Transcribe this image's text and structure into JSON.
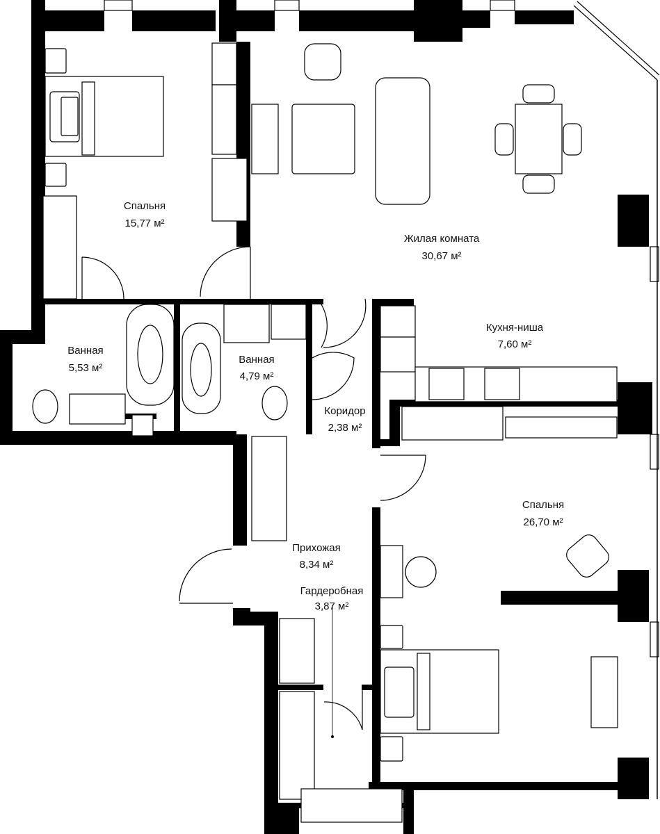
{
  "rooms": [
    {
      "id": "bedroom-1",
      "name": "Спальня",
      "area": "15,77 м²"
    },
    {
      "id": "living-room",
      "name": "Жилая комната",
      "area": "30,67 м²"
    },
    {
      "id": "kitchen-niche",
      "name": "Кухня-ниша",
      "area": "7,60 м²"
    },
    {
      "id": "bathroom-1",
      "name": "Ванная",
      "area": "5,53 м²"
    },
    {
      "id": "bathroom-2",
      "name": "Ванная",
      "area": "4,79 м²"
    },
    {
      "id": "corridor",
      "name": "Коридор",
      "area": "2,38 м²"
    },
    {
      "id": "bedroom-2",
      "name": "Спальня",
      "area": "26,70 м²"
    },
    {
      "id": "hallway",
      "name": "Прихожая",
      "area": "8,34 м²"
    },
    {
      "id": "wardrobe",
      "name": "Гардеробная",
      "area": "3,87 м²"
    }
  ],
  "colors": {
    "wall": "#000000",
    "background": "#ffffff",
    "line": "#000000"
  }
}
